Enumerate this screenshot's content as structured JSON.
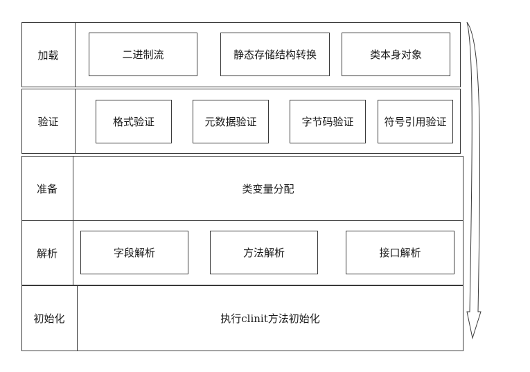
{
  "stages": [
    {
      "label": "加载",
      "items": [
        "二进制流",
        "静态存储结构转换",
        "类本身对象"
      ]
    },
    {
      "label": "验证",
      "items": [
        "格式验证",
        "元数据验证",
        "字节码验证",
        "符号引用验证"
      ]
    },
    {
      "label": "准备",
      "text": "类变量分配"
    },
    {
      "label": "解析",
      "items": [
        "字段解析",
        "方法解析",
        "接口解析"
      ]
    },
    {
      "label": "初始化",
      "text": "执行clinit方法初始化"
    }
  ]
}
